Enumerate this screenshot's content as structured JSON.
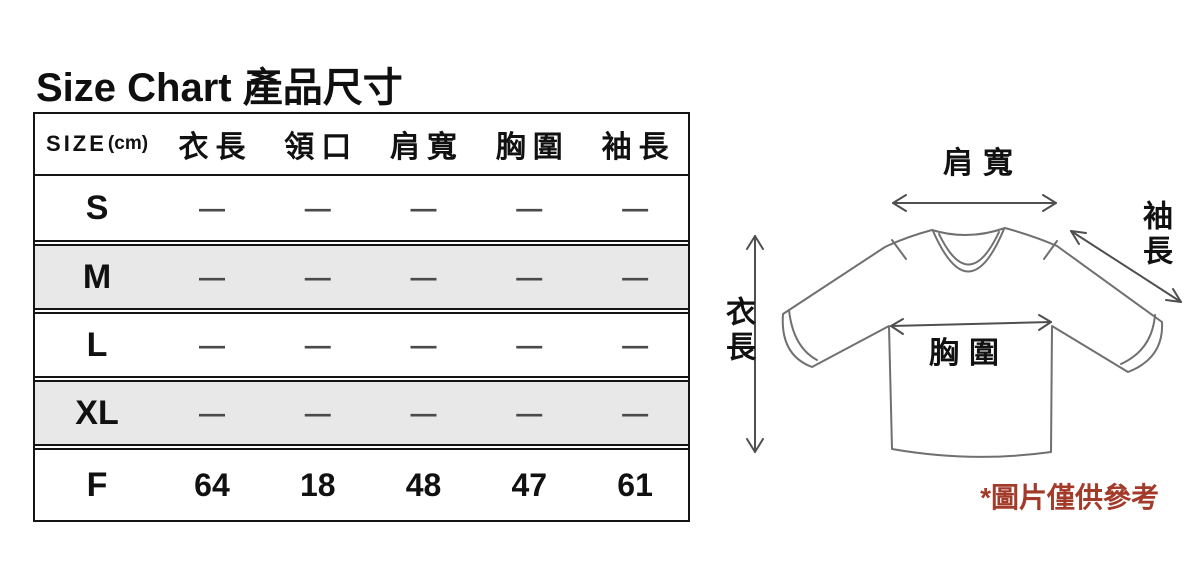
{
  "page": {
    "title": "Size Chart 產品尺寸"
  },
  "colors": {
    "border": "#141414",
    "shade": "#e8e8e8",
    "dash": "#4a4a4a",
    "note": "#a33b2a",
    "line": "#707070",
    "arrow": "#4f4f4f"
  },
  "table": {
    "size_header": {
      "label": "SIZE",
      "unit": "(cm)"
    },
    "headers": [
      "衣長",
      "領口",
      "肩寬",
      "胸圍",
      "袖長"
    ],
    "rows": [
      {
        "shaded": false,
        "cells": [
          "S",
          "—",
          "—",
          "—",
          "—",
          "—"
        ]
      },
      {
        "shaded": true,
        "cells": [
          "M",
          "—",
          "—",
          "—",
          "—",
          "—"
        ]
      },
      {
        "shaded": false,
        "cells": [
          "L",
          "—",
          "—",
          "—",
          "—",
          "—"
        ]
      },
      {
        "shaded": true,
        "cells": [
          "XL",
          "—",
          "—",
          "—",
          "—",
          "—"
        ]
      },
      {
        "shaded": false,
        "cells": [
          "F",
          "64",
          "18",
          "48",
          "47",
          "61"
        ]
      }
    ]
  },
  "diagram": {
    "labels": {
      "shoulder": "肩寬",
      "sleeve": "袖長",
      "length": "衣長",
      "chest": "胸圍"
    },
    "note": "*圖片僅供參考"
  },
  "chart_data": {
    "type": "table",
    "title": "Size Chart 產品尺寸",
    "columns": [
      "SIZE(cm)",
      "衣長",
      "領口",
      "肩寬",
      "胸圍",
      "袖長"
    ],
    "rows": [
      [
        "S",
        "—",
        "—",
        "—",
        "—",
        "—"
      ],
      [
        "M",
        "—",
        "—",
        "—",
        "—",
        "—"
      ],
      [
        "L",
        "—",
        "—",
        "—",
        "—",
        "—"
      ],
      [
        "XL",
        "—",
        "—",
        "—",
        "—",
        "—"
      ],
      [
        "F",
        "64",
        "18",
        "48",
        "47",
        "61"
      ]
    ],
    "notes": "S/M/L/XL rows have no values (dashes); only F (free size) row has measurements in cm. Shaded rows: M, XL."
  }
}
